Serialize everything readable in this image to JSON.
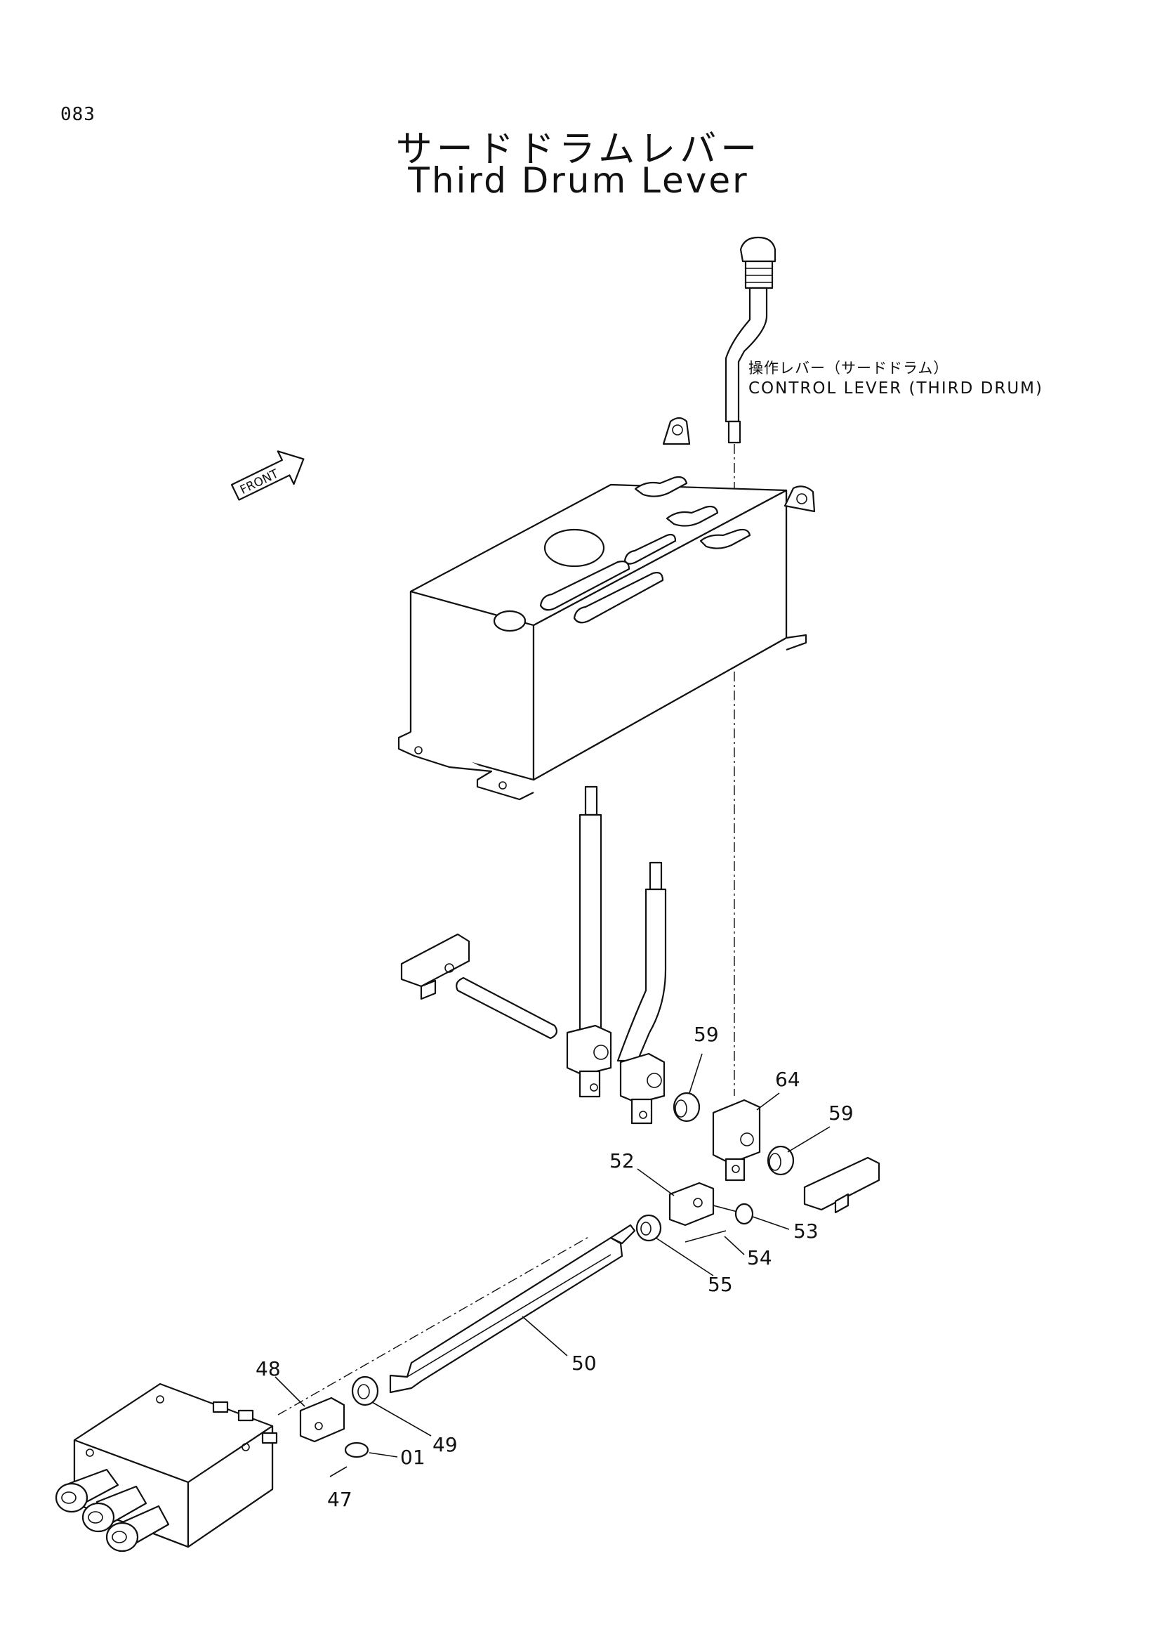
{
  "page_number": "083",
  "title_jp": "サードドラムレバー",
  "title_en": "Third Drum Lever",
  "front_arrow": "FRONT",
  "callout": {
    "jp": "操作レバー（サードドラム）",
    "en": "CONTROL LEVER (THIRD DRUM)"
  },
  "part_labels": [
    "59",
    "64",
    "59",
    "52",
    "53",
    "54",
    "55",
    "50",
    "48",
    "49",
    "01",
    "47"
  ]
}
